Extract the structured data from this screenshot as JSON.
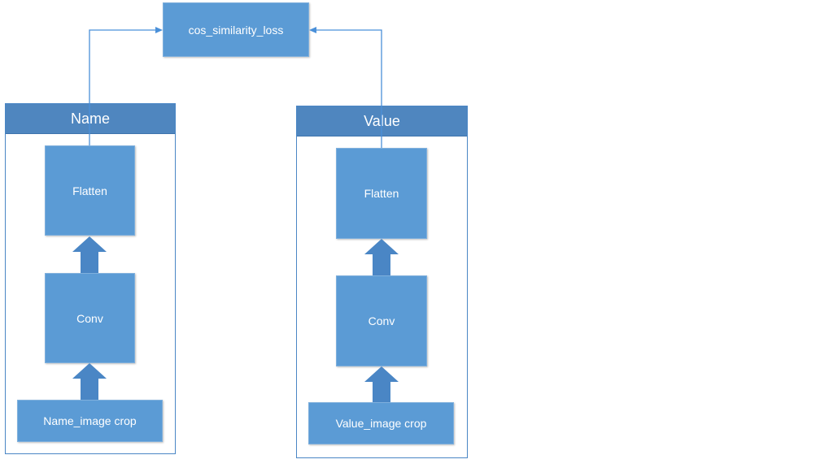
{
  "loss": {
    "label": "cos_similarity_loss"
  },
  "groups": [
    {
      "title": "Name",
      "flatten": "Flatten",
      "conv": "Conv",
      "input": "Name_image crop"
    },
    {
      "title": "Value",
      "flatten": "Flatten",
      "conv": "Conv",
      "input": "Value_image crop"
    }
  ],
  "colors": {
    "block_fill": "#5b9bd5",
    "header_fill": "#4f86bf",
    "arrow_fill": "#4a86c5",
    "connector": "#4a90d9"
  }
}
